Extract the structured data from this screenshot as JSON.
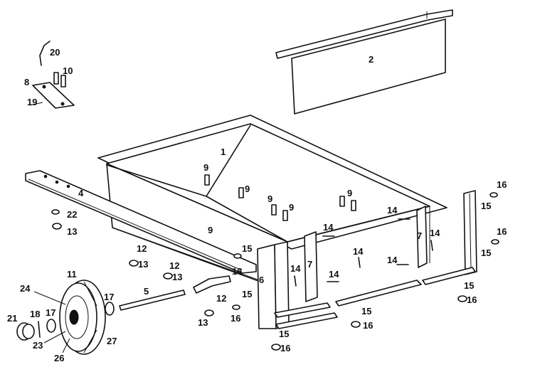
{
  "labels": {
    "l1": "1",
    "l2": "2",
    "l4": "4",
    "l5": "5",
    "l6": "6",
    "l7a": "7",
    "l7b": "7",
    "l8": "8",
    "l9a": "9",
    "l9b": "9",
    "l9c": "9",
    "l9d": "9",
    "l9e": "9",
    "l9f": "9",
    "l10": "10",
    "l11": "11",
    "l12a": "12",
    "l12b": "12",
    "l12c": "12",
    "l13a": "13",
    "l13b": "13",
    "l13c": "13",
    "l13d": "13",
    "l14a": "14",
    "l14b": "14",
    "l14c": "14",
    "l14d": "14",
    "l14e": "14",
    "l14f": "14",
    "l14g": "14",
    "l15a": "15",
    "l15b": "15",
    "l15c": "15",
    "l15d": "15",
    "l15e": "15",
    "l15f": "15",
    "l15g": "15",
    "l16a": "16",
    "l16b": "16",
    "l16c": "16",
    "l16d": "16",
    "l16e": "16",
    "l16f": "16",
    "l17a": "17",
    "l17b": "17",
    "l18": "18",
    "l19": "19",
    "l20": "20",
    "l21": "21",
    "l22": "22",
    "l23": "23",
    "l24": "24",
    "l26": "26",
    "l27": "27"
  }
}
